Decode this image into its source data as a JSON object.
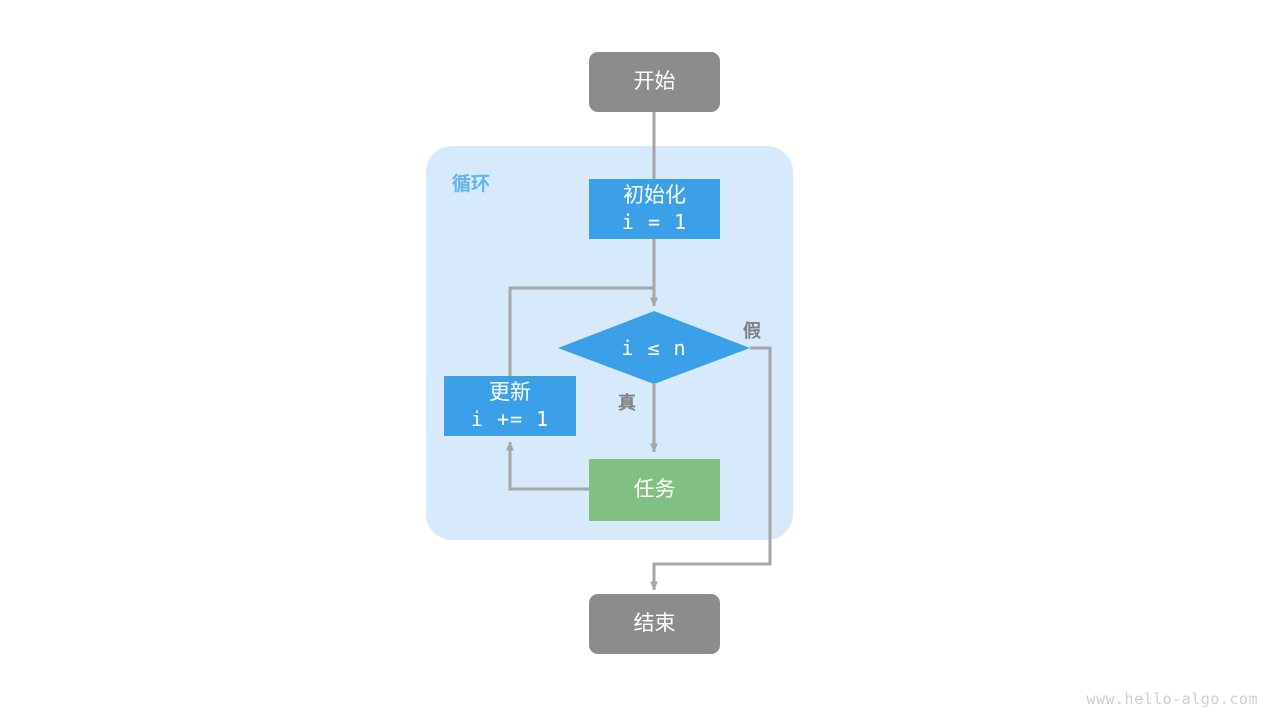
{
  "diagram": {
    "title": "for-loop-flowchart",
    "background": "#ffffff",
    "group": {
      "label": "循环",
      "fill": "#d6eafb",
      "label_color": "#63b3ed"
    },
    "colors": {
      "terminal": "#8c8c8c",
      "process": "#3ba0e8",
      "decision": "#3ba0e8",
      "task": "#82bf82",
      "edge": "#a6a6a6",
      "node_text": "#ffffff",
      "edge_label": "#808080",
      "watermark": "#cfcfcf"
    },
    "nodes": {
      "start": {
        "label": "开始",
        "shape": "rounded-rect",
        "fill": "#8c8c8c"
      },
      "init": {
        "label_cn": "初始化",
        "label_code": "i = 1",
        "shape": "rect",
        "fill": "#3ba0e8"
      },
      "condition": {
        "label_code": "i ≤ n",
        "shape": "diamond",
        "fill": "#3ba0e8"
      },
      "update": {
        "label_cn": "更新",
        "label_code": "i += 1",
        "shape": "rect",
        "fill": "#3ba0e8"
      },
      "task": {
        "label": "任务",
        "shape": "rect",
        "fill": "#82bf82"
      },
      "end": {
        "label": "结束",
        "shape": "rounded-rect",
        "fill": "#8c8c8c"
      }
    },
    "edge_labels": {
      "true_branch": "真",
      "false_branch": "假"
    },
    "watermark": "www.hello-algo.com"
  }
}
